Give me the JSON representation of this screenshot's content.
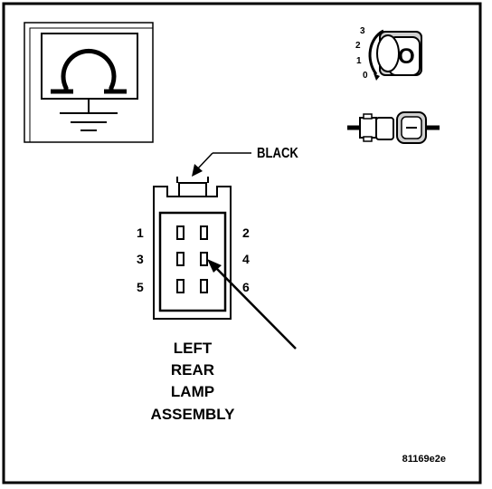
{
  "wire_color_label": "BLACK",
  "component_label": [
    "LEFT",
    "REAR",
    "LAMP",
    "ASSEMBLY"
  ],
  "pin_numbers": [
    "1",
    "2",
    "3",
    "4",
    "5",
    "6"
  ],
  "ignition_positions": [
    "3",
    "2",
    "1",
    "0"
  ],
  "key_glyph": "O",
  "figure_code": "81169e2e",
  "meter_symbol": "Ω",
  "colors": {
    "ink": "#000000",
    "background": "#ffffff",
    "shading": "#d0d0d0"
  },
  "icons": [
    "ohmmeter-icon",
    "ignition-key-off-icon",
    "disconnected-connector-icon",
    "callout-arrow-icon"
  ]
}
